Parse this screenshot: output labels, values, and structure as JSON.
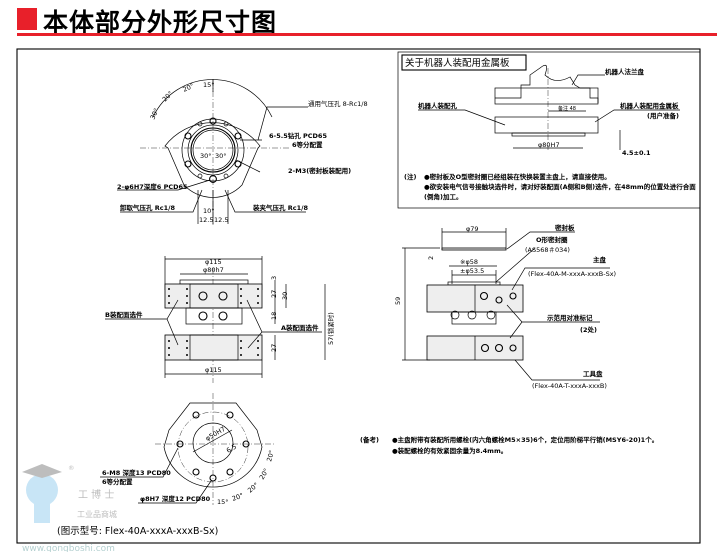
{
  "header": {
    "title": "本体部分外形尺寸图"
  },
  "top_view": {
    "angles": [
      "15°",
      "20°",
      "20°",
      "30°",
      "30°",
      "30°"
    ],
    "labels": {
      "general_air": "通用气压孔 8-Rc1/8",
      "drill_holes": "6-5.5钻孔 PCD65",
      "drill_holes_sub": "6等分配置",
      "m3": "2-M3(密封板装配用)",
      "pin_holes": "2-φ6H7深度6 PCD65",
      "release_air": "卸取气压孔 Rc1/8",
      "clamp_air": "装夹气压孔 Rc1/8"
    },
    "dims": [
      "10°",
      "12.5",
      "12.5"
    ]
  },
  "front_view": {
    "dims": {
      "d115_top": "φ115",
      "d80h7": "φ80h7",
      "d3": "3",
      "d27a": "27",
      "d30": "30",
      "d18": "18",
      "d27b": "27",
      "d57": "57(锁紧时)",
      "d115_bottom": "φ115"
    },
    "labels": {
      "b_side": "B装配面选件",
      "a_side": "A装配面选件"
    }
  },
  "metal_plate_box": {
    "title": "关于机器人装配用金属板",
    "labels": {
      "robot_flange": "机器人法兰盘",
      "robot_hole": "机器人装配孔",
      "plate": "机器人装配用金属板",
      "plate_sub": "(用户准备)",
      "depth48": "备注 48",
      "d80h7": "φ80H7",
      "tol": "4.5±0.1"
    },
    "notes_prefix": "(注)",
    "notes": [
      "●密封板及O型密封圈已经组装在快换装置主盘上，请直接使用。",
      "●欲安装电气信号接触块选件时，请对好装配面(A侧和B侧)选件，在48mm的位置处进行合面",
      "(倒角)加工。"
    ]
  },
  "side_view": {
    "dims": {
      "d79": "φ79",
      "d2": "2",
      "d58": "※φ58",
      "d535": "±φ53.5",
      "d59": "59"
    },
    "labels": {
      "seal_plate": "密封板",
      "oring": "O形密封圈",
      "oring_sub": "(AS568＃034)",
      "master": "主盘",
      "master_model": "(Flex-40A-M-xxxA-xxxB-Sx)",
      "align_mark": "示范用对准标记",
      "align_sub": "(2处)",
      "tool": "工具盘",
      "tool_model": "(Flex-40A-T-xxxA-xxxB)"
    }
  },
  "bottom_view": {
    "labels": {
      "d50h7": "φ50H7",
      "d65": "6.5",
      "m8": "6-M8 深度13 PCD80",
      "m8_sub": "6等分配置",
      "pin8": "φ8H7 深度12 PCD80"
    },
    "angles": [
      "15°",
      "20°",
      "20°",
      "20°",
      "20°"
    ]
  },
  "remarks": {
    "prefix": "(备考)",
    "items": [
      "●主盘附带有装配所用螺栓(内六角螺栓M5×35)6个，定位用阶梯平行销(MSY6-20)1个。",
      "●装配螺栓的有效紧固余量为8.4mm。"
    ]
  },
  "caption": "(图示型号: Flex-40A-xxxA-xxxB-Sx)",
  "watermark": {
    "brand": "工 博 士",
    "sub": "工业品商城",
    "url": "www.gongboshi.com",
    "reg": "®"
  }
}
